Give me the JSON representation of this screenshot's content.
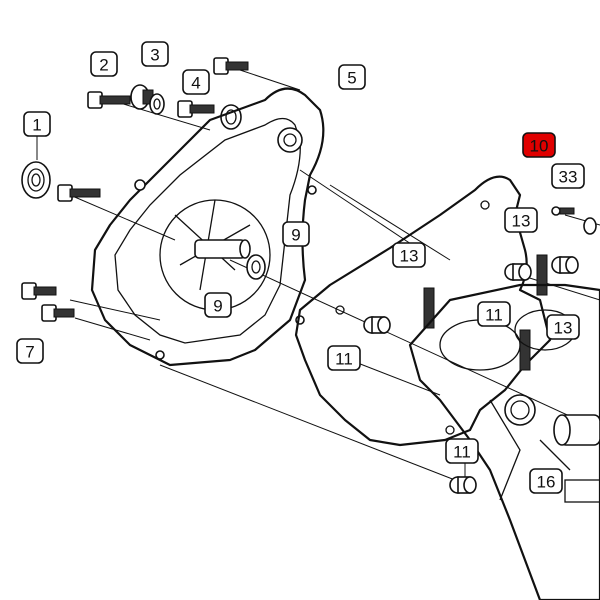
{
  "colors": {
    "line": "#111111",
    "highlight": "#e00000",
    "background": "#ffffff"
  },
  "callouts": [
    {
      "id": "c1",
      "label": "1",
      "highlighted": false
    },
    {
      "id": "c2",
      "label": "2",
      "highlighted": false
    },
    {
      "id": "c3",
      "label": "3",
      "highlighted": false
    },
    {
      "id": "c4",
      "label": "4",
      "highlighted": false
    },
    {
      "id": "c5",
      "label": "5",
      "highlighted": false
    },
    {
      "id": "c7",
      "label": "7",
      "highlighted": false
    },
    {
      "id": "c9a",
      "label": "9",
      "highlighted": false
    },
    {
      "id": "c9b",
      "label": "9",
      "highlighted": false
    },
    {
      "id": "c10",
      "label": "10",
      "highlighted": true
    },
    {
      "id": "c11a",
      "label": "11",
      "highlighted": false
    },
    {
      "id": "c11b",
      "label": "11",
      "highlighted": false
    },
    {
      "id": "c11c",
      "label": "11",
      "highlighted": false
    },
    {
      "id": "c13a",
      "label": "13",
      "highlighted": false
    },
    {
      "id": "c13b",
      "label": "13",
      "highlighted": false
    },
    {
      "id": "c13c",
      "label": "13",
      "highlighted": false
    },
    {
      "id": "c16",
      "label": "16",
      "highlighted": false
    },
    {
      "id": "c33",
      "label": "33",
      "highlighted": false
    }
  ]
}
